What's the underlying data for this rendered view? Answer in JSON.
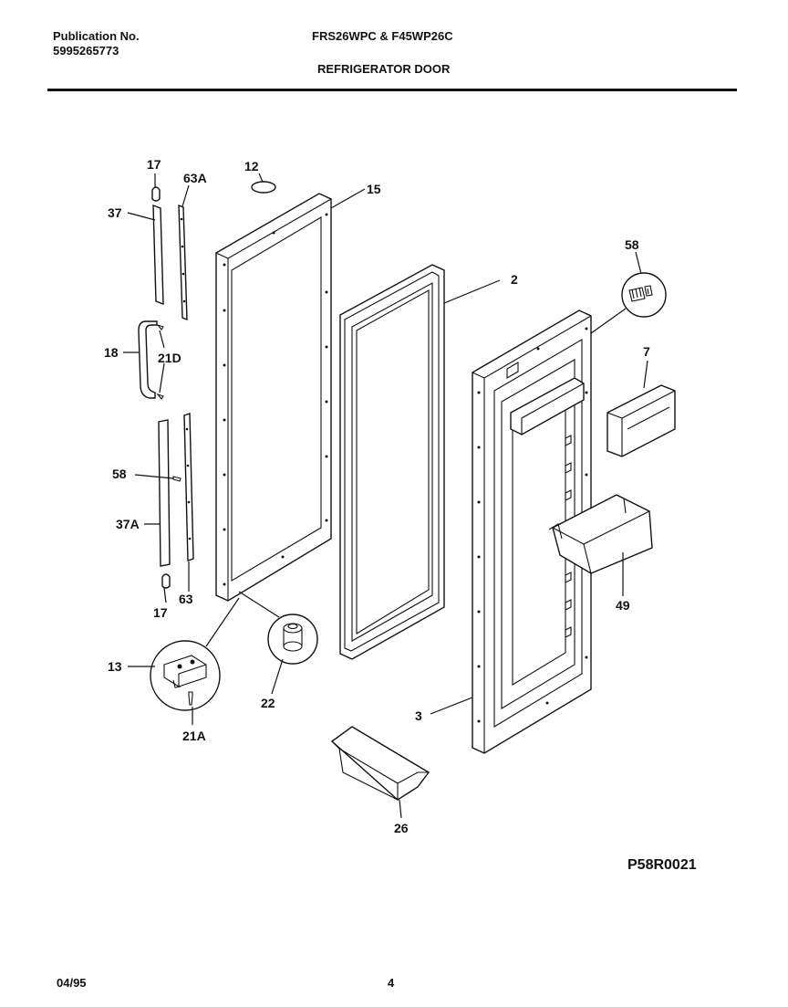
{
  "header": {
    "publication_label": "Publication No.",
    "publication_number": "5995265773",
    "models": "FRS26WPC & F45WP26C",
    "section_title": "REFRIGERATOR DOOR"
  },
  "diagram": {
    "code": "P58R0021",
    "callouts": {
      "c17_top": "17",
      "c63A": "63A",
      "c12": "12",
      "c15": "15",
      "c37": "37",
      "c58_top": "58",
      "c2": "2",
      "c18": "18",
      "c21D": "21D",
      "c7": "7",
      "c58_left": "58",
      "c37A": "37A",
      "c49": "49",
      "c17_bottom": "17",
      "c63": "63",
      "c13": "13",
      "c22": "22",
      "c3": "3",
      "c21A": "21A",
      "c26": "26"
    }
  },
  "footer": {
    "date": "04/95",
    "page_number": "4"
  }
}
